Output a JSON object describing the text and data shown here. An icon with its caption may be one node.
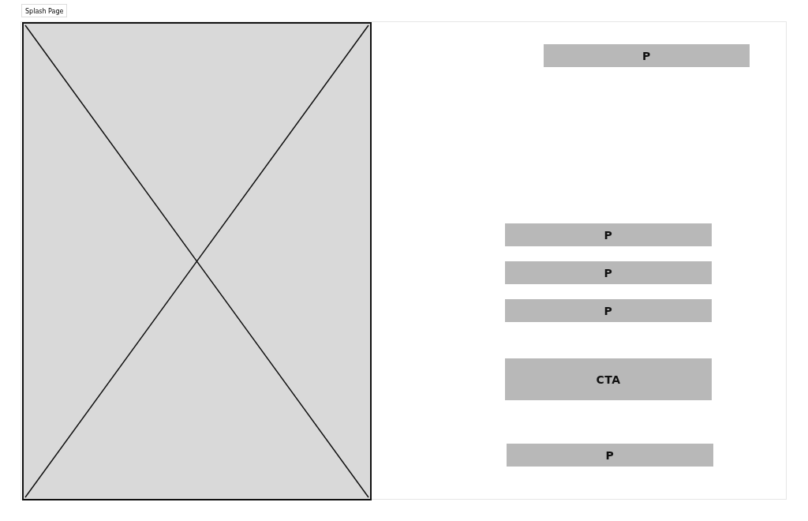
{
  "diagram": {
    "nodes": [
      {
        "text": [
          "Splash Page"
        ]
      },
      {
        "text": [],
        "shape": "box",
        "in": 0
      },
      {
        "text": [
          "P"
        ],
        "in": 0
      },
      {
        "text": [
          "P"
        ],
        "in": 0
      },
      {
        "text": [
          "P"
        ],
        "in": 0
      },
      {
        "text": [
          "P"
        ],
        "in": 0
      },
      {
        "text": [
          "CTA"
        ],
        "in": 0
      },
      {
        "text": [
          "P"
        ],
        "in": 0
      }
    ]
  }
}
